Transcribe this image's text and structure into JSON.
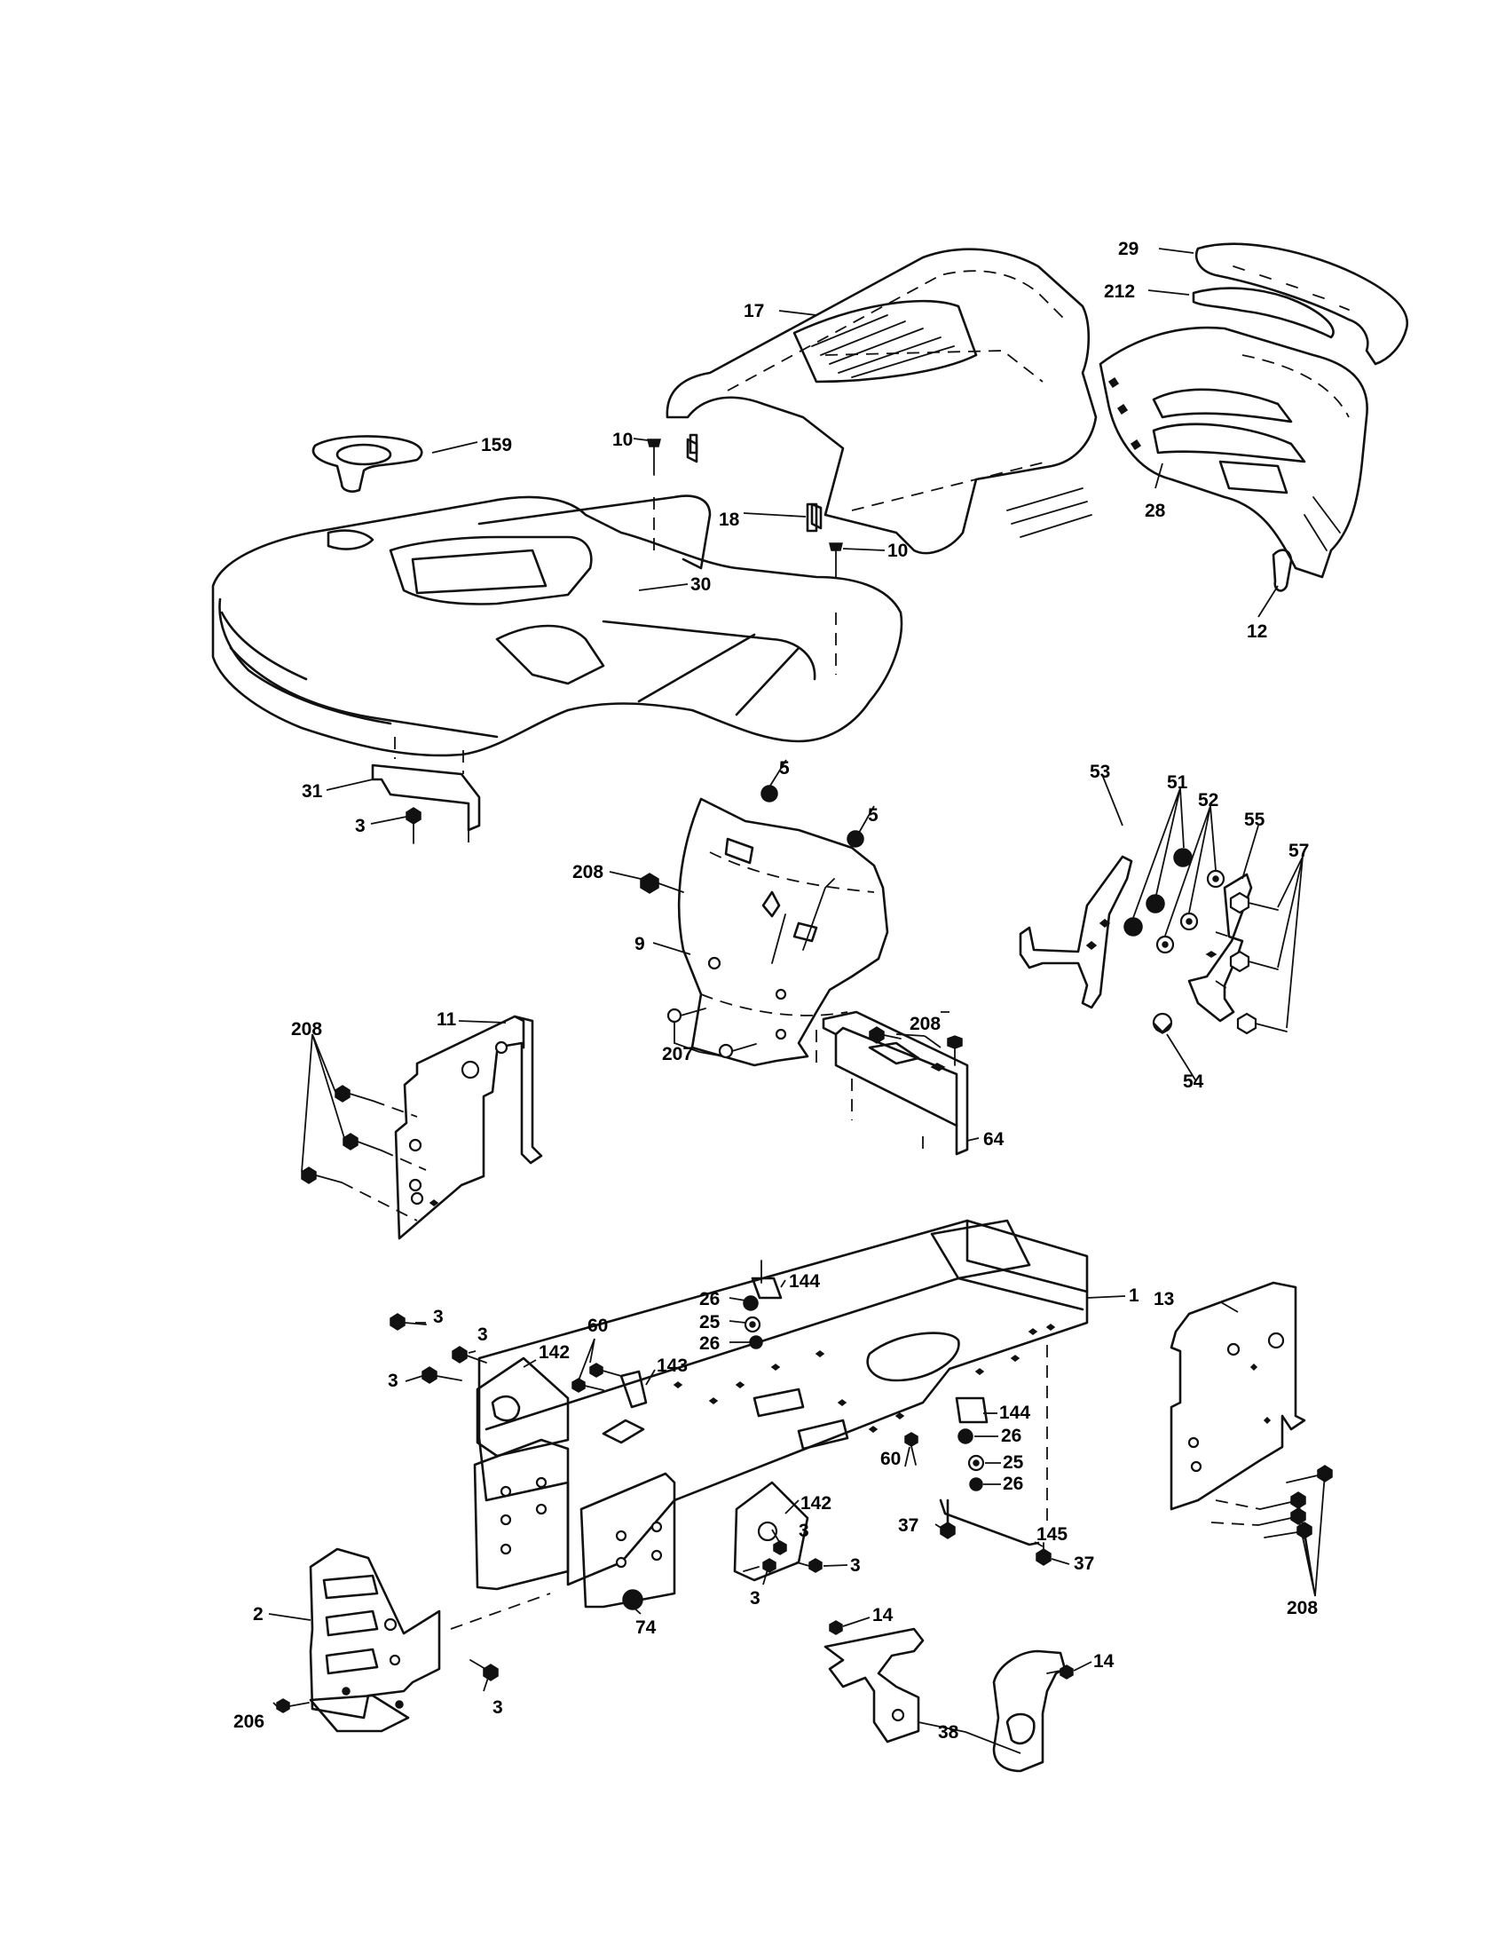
{
  "diagram": {
    "labels": [
      {
        "id": "29",
        "text": "29"
      },
      {
        "id": "212",
        "text": "212"
      },
      {
        "id": "17",
        "text": "17"
      },
      {
        "id": "159",
        "text": "159"
      },
      {
        "id": "10a",
        "text": "10"
      },
      {
        "id": "10b",
        "text": "10"
      },
      {
        "id": "18",
        "text": "18"
      },
      {
        "id": "30",
        "text": "30"
      },
      {
        "id": "28",
        "text": "28"
      },
      {
        "id": "12",
        "text": "12"
      },
      {
        "id": "31",
        "text": "31"
      },
      {
        "id": "3a",
        "text": "3"
      },
      {
        "id": "5a",
        "text": "5"
      },
      {
        "id": "5b",
        "text": "5"
      },
      {
        "id": "208a",
        "text": "208"
      },
      {
        "id": "9",
        "text": "9"
      },
      {
        "id": "208b",
        "text": "208"
      },
      {
        "id": "207",
        "text": "207"
      },
      {
        "id": "64",
        "text": "64"
      },
      {
        "id": "53",
        "text": "53"
      },
      {
        "id": "51",
        "text": "51"
      },
      {
        "id": "52",
        "text": "52"
      },
      {
        "id": "55",
        "text": "55"
      },
      {
        "id": "57",
        "text": "57"
      },
      {
        "id": "54",
        "text": "54"
      },
      {
        "id": "208c",
        "text": "208"
      },
      {
        "id": "11",
        "text": "11"
      },
      {
        "id": "144a",
        "text": "144"
      },
      {
        "id": "26a",
        "text": "26"
      },
      {
        "id": "25a",
        "text": "25"
      },
      {
        "id": "26b",
        "text": "26"
      },
      {
        "id": "1",
        "text": "1"
      },
      {
        "id": "13",
        "text": "13"
      },
      {
        "id": "3b",
        "text": "3"
      },
      {
        "id": "3c",
        "text": "3"
      },
      {
        "id": "3d",
        "text": "3"
      },
      {
        "id": "142a",
        "text": "142"
      },
      {
        "id": "60a",
        "text": "60"
      },
      {
        "id": "143",
        "text": "143"
      },
      {
        "id": "144b",
        "text": "144"
      },
      {
        "id": "26c",
        "text": "26"
      },
      {
        "id": "25b",
        "text": "25"
      },
      {
        "id": "26d",
        "text": "26"
      },
      {
        "id": "60b",
        "text": "60"
      },
      {
        "id": "37a",
        "text": "37"
      },
      {
        "id": "145",
        "text": "145"
      },
      {
        "id": "37b",
        "text": "37"
      },
      {
        "id": "208d",
        "text": "208"
      },
      {
        "id": "142b",
        "text": "142"
      },
      {
        "id": "3e",
        "text": "3"
      },
      {
        "id": "3f",
        "text": "3"
      },
      {
        "id": "3g",
        "text": "3"
      },
      {
        "id": "74",
        "text": "74"
      },
      {
        "id": "2",
        "text": "2"
      },
      {
        "id": "206",
        "text": "206"
      },
      {
        "id": "3h",
        "text": "3"
      },
      {
        "id": "14a",
        "text": "14"
      },
      {
        "id": "14b",
        "text": "14"
      },
      {
        "id": "38",
        "text": "38"
      }
    ]
  }
}
